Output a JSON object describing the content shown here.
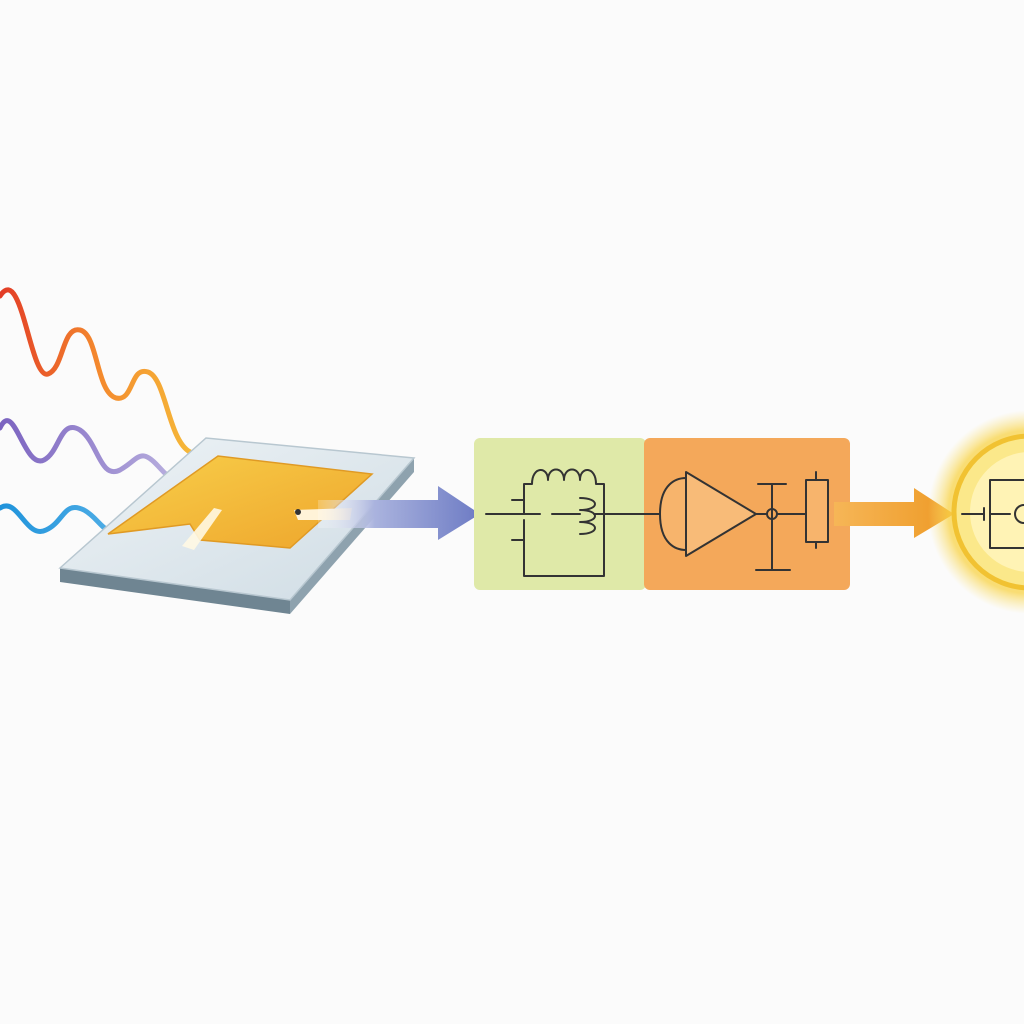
{
  "diagram": {
    "stages": [
      {
        "id": "waves",
        "icon": "electromagnetic-waves-icon"
      },
      {
        "id": "antenna",
        "icon": "patch-antenna-icon"
      },
      {
        "id": "matching",
        "icon": "matching-network-inductor-icon"
      },
      {
        "id": "rectifier",
        "icon": "rectifier-diode-capacitor-icon"
      },
      {
        "id": "output",
        "icon": "glowing-output-load-icon"
      }
    ],
    "connectors": [
      {
        "from": "antenna",
        "to": "matching",
        "icon": "arrow-right-icon"
      },
      {
        "from": "rectifier",
        "to": "output",
        "icon": "arrow-right-icon"
      }
    ]
  },
  "colors": {
    "background": "#fbfbfb",
    "wave_red": "#e84a2a",
    "wave_orange": "#f2a93b",
    "wave_purple": "#8a6fc4",
    "wave_blue": "#35a0e0",
    "substrate_top": "#dfe8ee",
    "substrate_side": "#6f8592",
    "patch": "#f3b63a",
    "arrow_blue": "#7a86c8",
    "matching_bg": "#dfe9a8",
    "rectifier_bg": "#f4a85a",
    "arrow_orange": "#f0a13a",
    "output_glow": "#f9d94a",
    "line": "#333333"
  }
}
